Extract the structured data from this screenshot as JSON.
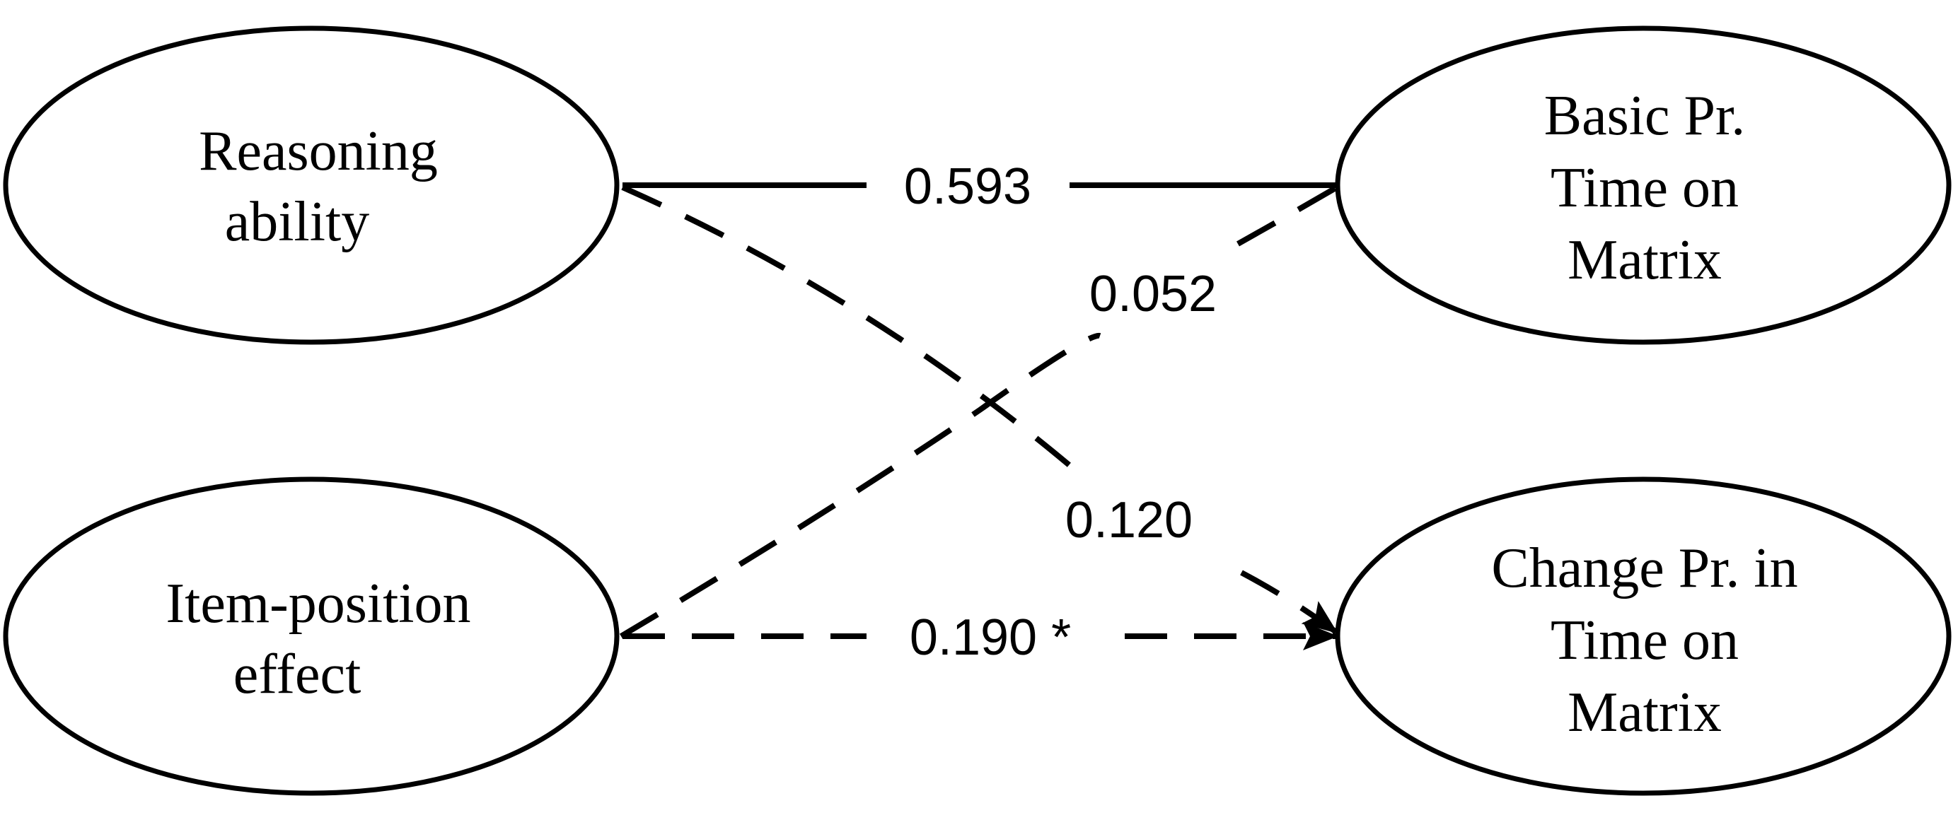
{
  "nodes": {
    "reasoning": {
      "lines": [
        "Reasoning",
        "ability"
      ]
    },
    "item_position": {
      "lines": [
        "Item-position",
        "effect"
      ]
    },
    "basic": {
      "lines": [
        "Basic Pr.",
        "Time on",
        "Matrix"
      ]
    },
    "change": {
      "lines": [
        "Change Pr. in",
        "Time on",
        "Matrix"
      ]
    }
  },
  "edges": {
    "reasoning_to_basic": {
      "label": "0.593",
      "style": "solid"
    },
    "item_to_basic": {
      "label": "0.052",
      "style": "dashed"
    },
    "reasoning_to_change": {
      "label": "0.120",
      "style": "dashed"
    },
    "item_to_change": {
      "label": "0.190 *",
      "style": "dashed"
    }
  },
  "colors": {
    "stroke": "#000000",
    "background": "#ffffff"
  }
}
